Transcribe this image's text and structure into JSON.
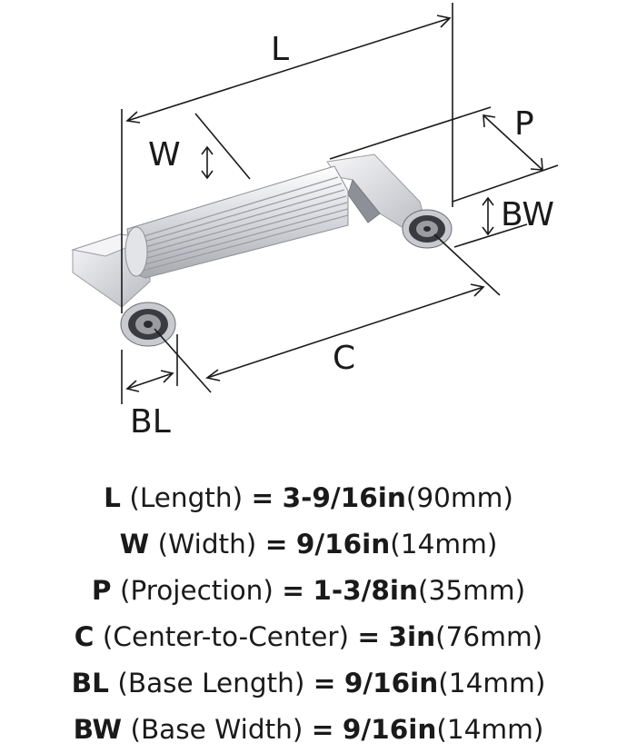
{
  "diagram": {
    "labels": {
      "length": "L",
      "width": "W",
      "projection": "P",
      "base_width": "BW",
      "center": "C",
      "base_length": "BL"
    },
    "colors": {
      "chrome_light": "#f2f2f4",
      "chrome_mid": "#cfd1d6",
      "chrome_dark": "#8e9097",
      "ring_dark": "#3a3b40",
      "line": "#1a1a1a"
    }
  },
  "specs": [
    {
      "letter": "L",
      "name": "(Length)",
      "eq": "=",
      "imperial": "3-9/16in",
      "metric": "(90mm)"
    },
    {
      "letter": "W",
      "name": "(Width)",
      "eq": "=",
      "imperial": "9/16in",
      "metric": "(14mm)"
    },
    {
      "letter": "P",
      "name": "(Projection)",
      "eq": "=",
      "imperial": "1-3/8in",
      "metric": "(35mm)"
    },
    {
      "letter": "C",
      "name": "(Center-to-Center)",
      "eq": "=",
      "imperial": "3in",
      "metric": "(76mm)"
    },
    {
      "letter": "BL",
      "name": "(Base Length)",
      "eq": "=",
      "imperial": "9/16in",
      "metric": "(14mm)"
    },
    {
      "letter": "BW",
      "name": "(Base Width)",
      "eq": "=",
      "imperial": "9/16in",
      "metric": "(14mm)"
    }
  ]
}
